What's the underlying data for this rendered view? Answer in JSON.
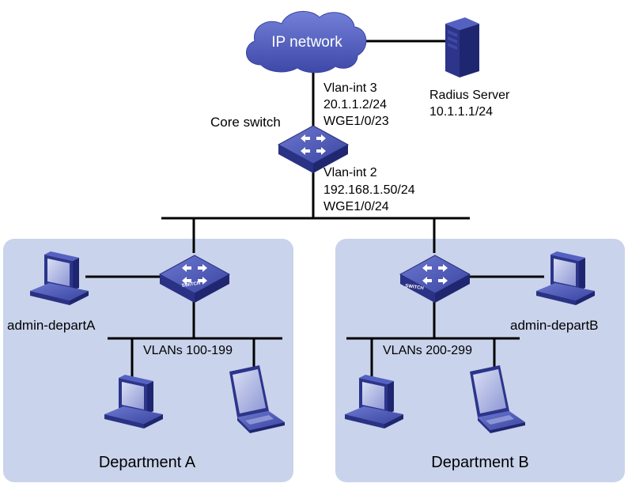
{
  "cloud": {
    "label": "IP network"
  },
  "radius_server": {
    "name": "Radius Server",
    "ip": "10.1.1.1/24"
  },
  "core_switch": {
    "label": "Core switch",
    "uplink": {
      "vlan": "Vlan-int 3",
      "ip": "20.1.1.2/24",
      "port": "WGE1/0/23"
    },
    "downlink": {
      "vlan": "Vlan-int 2",
      "ip": "192.168.1.50/24",
      "port": "WGE1/0/24"
    }
  },
  "departments": [
    {
      "title": "Department A",
      "admin": "admin-departA",
      "vlans": "VLANs 100-199",
      "switch_text": "SWITCH"
    },
    {
      "title": "Department B",
      "admin": "admin-departB",
      "vlans": "VLANs 200-299",
      "switch_text": "SWITCH"
    }
  ],
  "colors": {
    "zone": "#c9d3eb",
    "device": "#3e49a6",
    "cloud": "#4a56b4",
    "line": "#000000"
  }
}
